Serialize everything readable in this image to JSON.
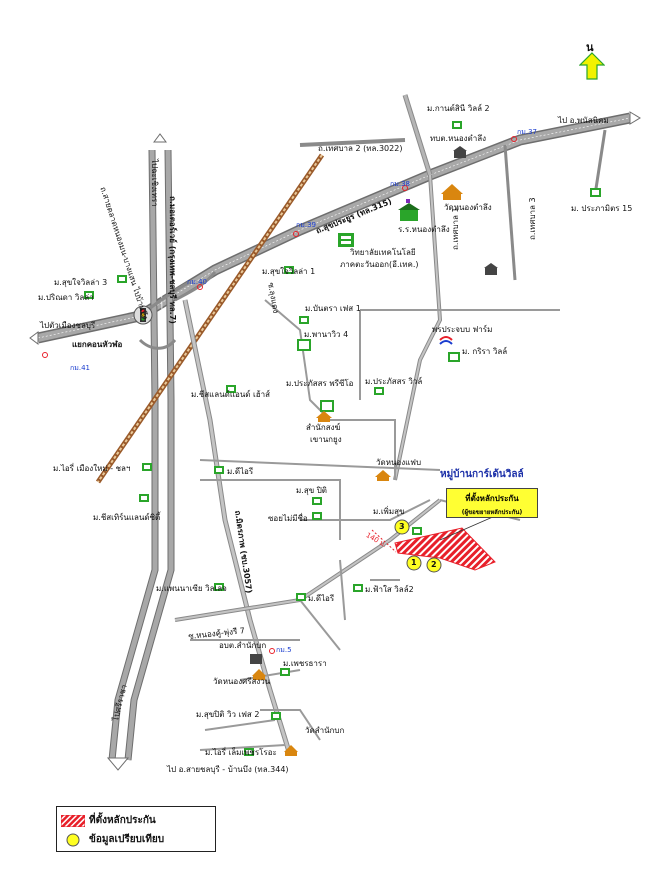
{
  "north": {
    "label": "น"
  },
  "project": {
    "title": "หมู่บ้านการ์เด้นวิลล์",
    "callout_line1": "ที่ตั้งหลักประกัน",
    "callout_line2": "(ผู้ขอขยายหลักประกัน)",
    "distance": "140 ม."
  },
  "comparables": [
    {
      "label": "1"
    },
    {
      "label": "2"
    },
    {
      "label": "3"
    }
  ],
  "roads": {
    "tessaban2": "ถ.เทศบาล 2 (ทล.3022)",
    "sukprayoon": "ถ.สุขประยูร (ทล.315)",
    "motorway": "ถ.มอเตอร์เวย์ (กรุงเทพ-ชลบุรี ทล.7)",
    "samakkee": "ถ.มิตรภาพ (ชบ.3057)",
    "tessaban1": "ถ.เทศบาล 1",
    "tessaban3": "ถ.เทศบาล 3",
    "nongkhangkhao": "ซ.หนองคู้-พุ่งรี 7",
    "to_phanat": "ไป อ.พนัสนิคม",
    "to_chachoengsao": "ไปฉะเชิงเทรา",
    "to_nongmon": "ถ.สายตลาดหนองมน-บางแสน ไปบ้านบึง",
    "to_muang": "ไปตัวเมืองชลบุรี",
    "to_sriracha": "ไปศรีราชา",
    "to_bottom": "ไป อ.สายชลบุรี - บ้านบึง (ทล.344)",
    "junction": "แยกคอนหัวฬอ",
    "soi_sukpid": "ซอยไม่มีชื่อ",
    "soi_link": "ซ.ลุงแดง"
  },
  "km_markers": {
    "km37": "กม.37",
    "km38": "กม.38",
    "km39": "กม.39",
    "km40": "กม.40",
    "km41": "กม.41",
    "km5": "กม.5"
  },
  "places": {
    "kanlayanee": "ม.กานต์สินี วิลล์ 2",
    "tbt": "ทบต.หนองตำลึง",
    "prapamit": "ม. ประภามิตร 15",
    "wat_nongtamlueng": "วัดหนองตำลึง",
    "school": "ร.ร.หนองตำลึง",
    "college_1": "วิทยาลัยเทคโนโลยี",
    "college_2": "ภาคตะวันออก(อี.เทค.)",
    "sukjai3": "ม.สุขใจวิลล่า 3",
    "parinda": "ม.ปริณดา วิลล่า",
    "sukjai1": "ม.สุขใจวิลล่า 1",
    "bantara": "ม.บันตรา เฟส 1",
    "panawiew": "ม.พานาวิว 4",
    "prapawan": "พรประจบบ ฟาร์ม",
    "kritawill": "ม. กริรา วิลล์",
    "prasatsorn_free": "ม.ประภัสสร พรีซีโอ",
    "prasatsorn_view": "ม.ประภัสสร วิวล์",
    "cheesland": "ม.ชีสแลนด์แอนด์ เฮ้าส์",
    "samnak_1": "สำนักสงฆ์",
    "samnak_2": "เขานกยูง",
    "wat_nongpaeb": "วัดหนองแฟบ",
    "diwari_top": "ม.ดีไอรี",
    "sukpid": "ม.สุข ปิติ",
    "dowri_muang": "ม.ไอรี่ เมืองใหม่ - ชลฯ",
    "cheestrun": "ม.ชีสเทิร์นแลนด์ซิตี้",
    "permsuk": "ม.เพิ่มสุข",
    "pannasia": "ม.แพนนาเซีย วิลเลจ",
    "diwari_mid": "ม.ดีไอรี",
    "fahsai": "ม.ฟ้าใส วิลล์2",
    "obt_samnakbok": "อบต.สำนักบก",
    "wat_nongsri": "วัดหนองศรีสงวน",
    "petcharat": "ม.เพชรธารา",
    "sukpid_view": "ม.สุขปิติ วิว เฟส 2",
    "wat_samnakbok": "วัดสำนักบก",
    "dowri_lemphet": "ม.ไอรี่ เล็มเพชรโรอะ"
  },
  "legend": {
    "collateral": "ที่ตั้งหลักประกัน",
    "comparable": "ข้อมูลเปรียบเทียบ"
  },
  "colors": {
    "road": "#999999",
    "road_edge": "#6e6e6e",
    "railway": "#9a5a2a",
    "collateral": "#e8202a",
    "comparable": "#ffff22",
    "km_blue": "#1a3ccf",
    "title_blue": "#1b2fa8",
    "north_arrow": "#f2f200"
  }
}
